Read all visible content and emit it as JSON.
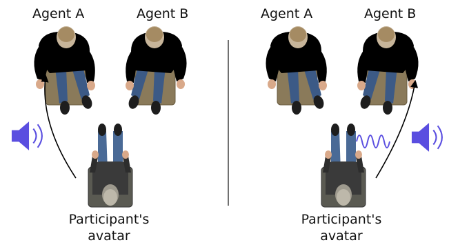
{
  "panels": [
    {
      "agent_a_label": "Agent A",
      "agent_b_label": "Agent B",
      "participant_caption_line1": "Participant's",
      "participant_caption_line2": "avatar",
      "speaker_side": "left",
      "has_noise_wave": false,
      "arrow_target": "agent-a"
    },
    {
      "agent_a_label": "Agent A",
      "agent_b_label": "Agent B",
      "participant_caption_line1": "Participant's",
      "participant_caption_line2": "avatar",
      "speaker_side": "right",
      "has_noise_wave": true,
      "arrow_target": "agent-b"
    }
  ],
  "colors": {
    "agent_a_shirt": "#4f8a3c",
    "agent_b_shirt": "#6b8fc9",
    "jeans": "#3c5a86",
    "participant_shirt": "#3a3a3a",
    "chair": "#8a7a5a",
    "speaker": "#5a4ee0",
    "divider": "#333333"
  },
  "icons": [
    "speaker-icon",
    "sound-wave-icon",
    "noise-wave-icon",
    "arrow-icon"
  ]
}
